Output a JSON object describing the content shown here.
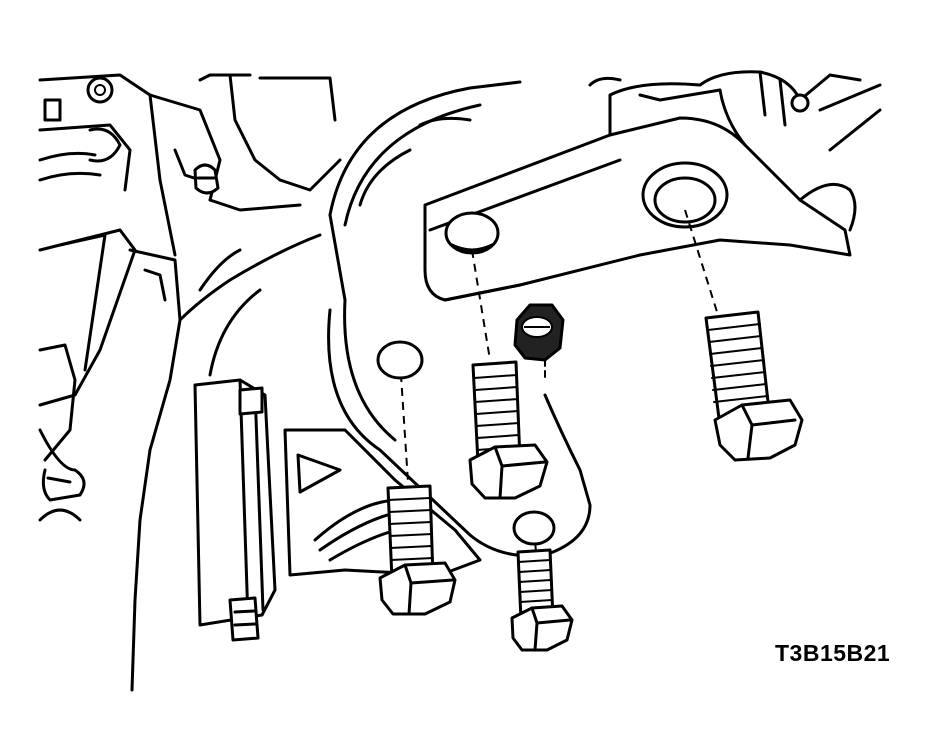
{
  "figure": {
    "code": "T3B15B21"
  },
  "parts": [
    {
      "name": "bolt-1",
      "icon": "hex-bolt-icon"
    },
    {
      "name": "bolt-2",
      "icon": "hex-bolt-icon"
    },
    {
      "name": "bolt-3",
      "icon": "hex-bolt-icon"
    },
    {
      "name": "bolt-4",
      "icon": "hex-bolt-icon"
    },
    {
      "name": "nut-1",
      "icon": "hex-nut-icon"
    }
  ]
}
